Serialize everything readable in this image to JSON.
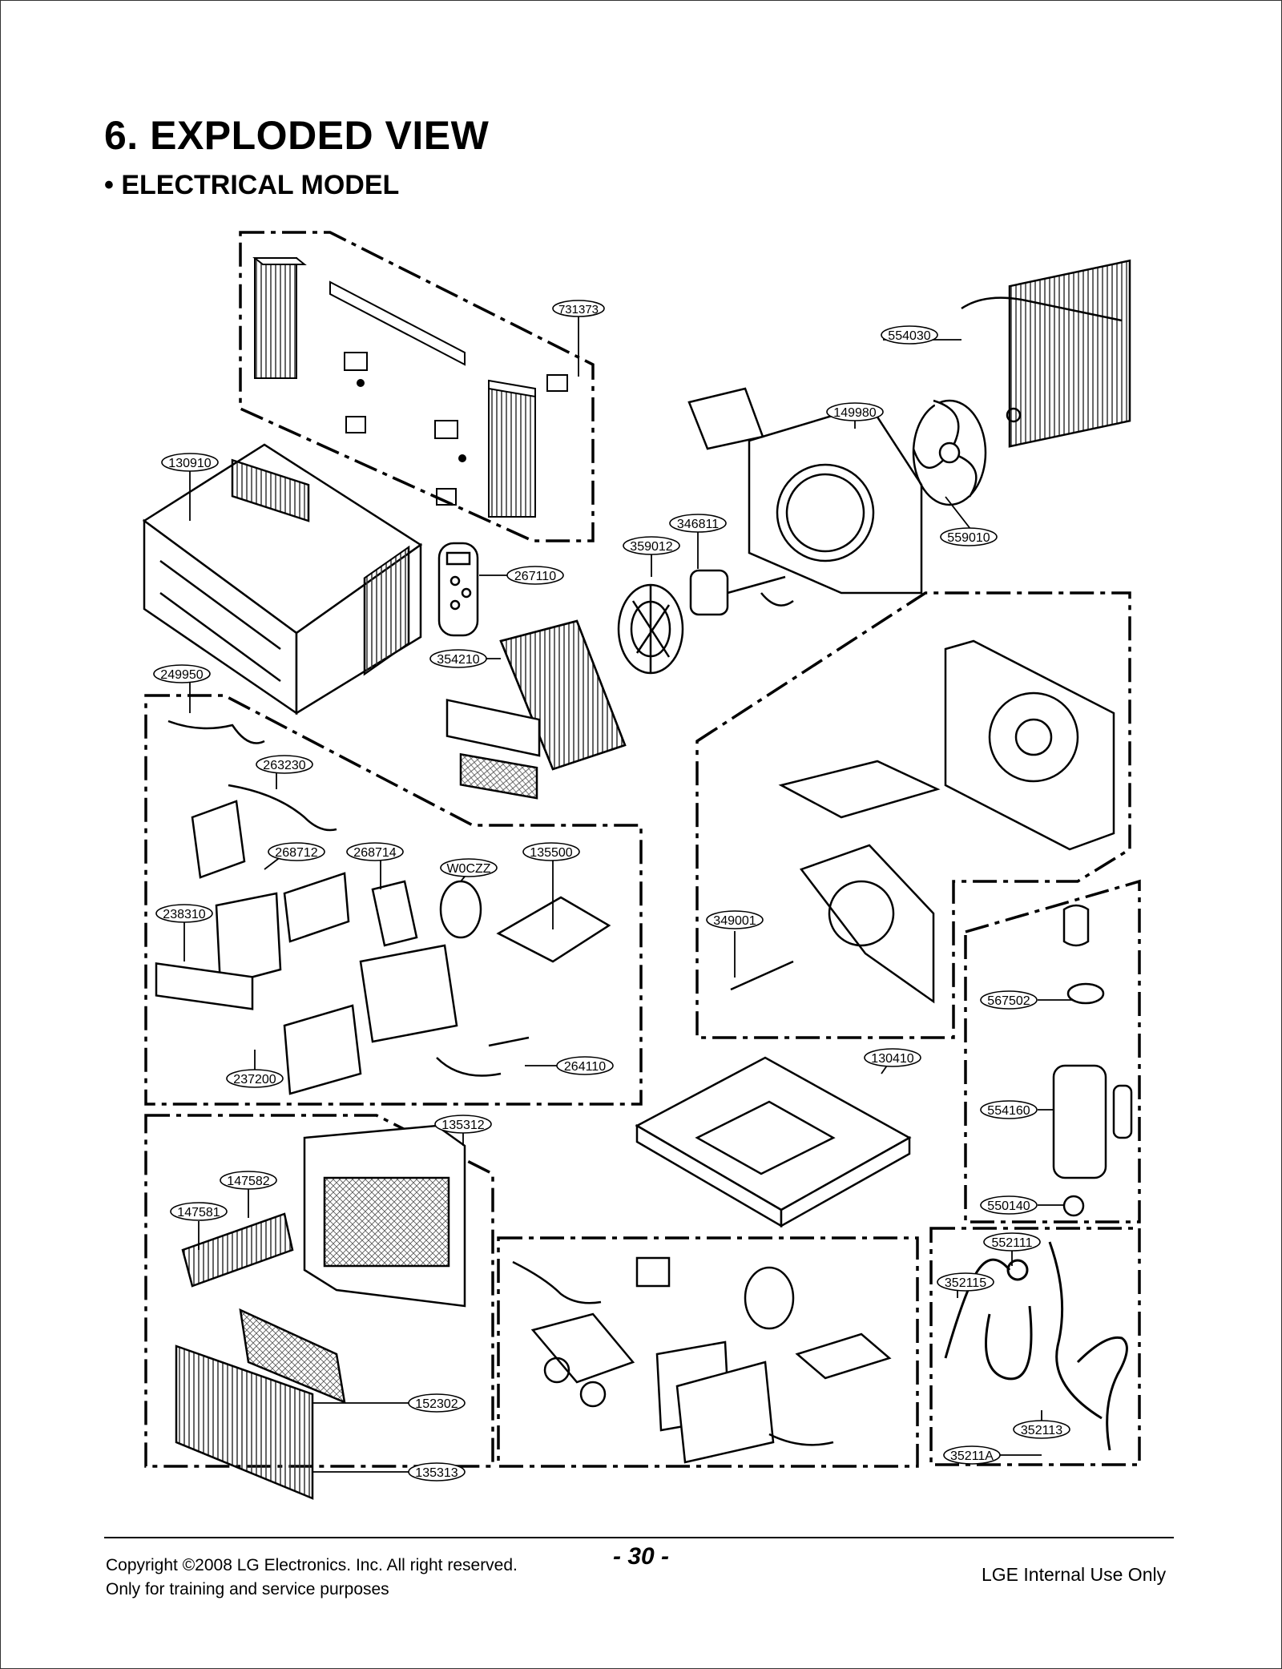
{
  "title": "6. EXPLODED VIEW",
  "subtitle": "• ELECTRICAL MODEL",
  "part_labels": [
    "731373",
    "554030",
    "149980",
    "130910",
    "346811",
    "359012",
    "559010",
    "267110",
    "354210",
    "249950",
    "263230",
    "268712",
    "268714",
    "W0CZZ",
    "135500",
    "238310",
    "349001",
    "567502",
    "130410",
    "554160",
    "264110",
    "237200",
    "135312",
    "147582",
    "147581",
    "550140",
    "552111",
    "352115",
    "152302",
    "352113",
    "35211A",
    "135313"
  ],
  "footer": {
    "copyright": "Copyright ©2008 LG Electronics. Inc. All right reserved.",
    "purpose": "Only for training and service purposes",
    "page": "- 30 -",
    "internal": "LGE Internal Use Only"
  }
}
